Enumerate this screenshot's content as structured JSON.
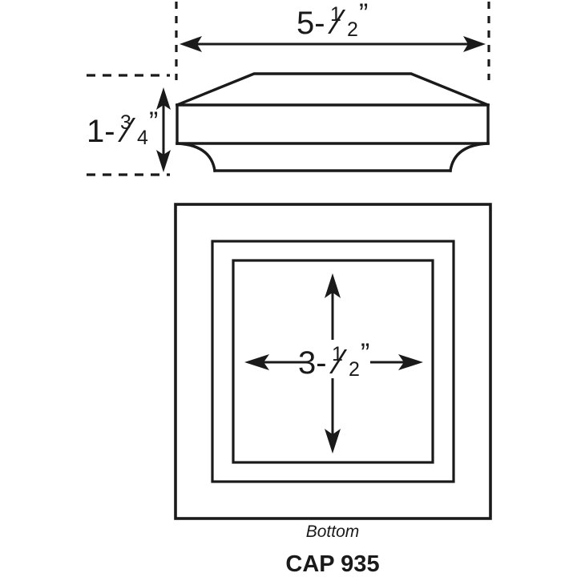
{
  "drawing": {
    "product_code": "CAP 935",
    "view_caption": "Bottom",
    "line_color": "#1a1a1a",
    "background_color": "#ffffff",
    "dimensions": {
      "width": {
        "label": "5-1/2\"",
        "whole": "5-",
        "numerator": "1",
        "denominator": "2",
        "unit_mark": "”",
        "value_inches": 5.5,
        "orientation": "horizontal",
        "applies_to": "overall-cap-width"
      },
      "height": {
        "label": "1-3/4\"",
        "whole": "1-",
        "numerator": "3",
        "denominator": "4",
        "unit_mark": "”",
        "value_inches": 1.75,
        "orientation": "vertical",
        "applies_to": "overall-cap-height"
      },
      "opening": {
        "label": "3-1/2\"",
        "whole": "3-",
        "numerator": "1",
        "denominator": "2",
        "unit_mark": "”",
        "value_inches": 3.5,
        "orientation": "square",
        "applies_to": "bottom-recess-opening"
      }
    },
    "views": {
      "profile": {
        "name": "Side Profile View",
        "features": [
          "beveled-top",
          "straight-band",
          "cove-flare-bottom"
        ]
      },
      "bottom": {
        "name": "Bottom View",
        "features": [
          "outer-square",
          "middle-square",
          "inner-square"
        ],
        "square_count": 3
      }
    }
  }
}
